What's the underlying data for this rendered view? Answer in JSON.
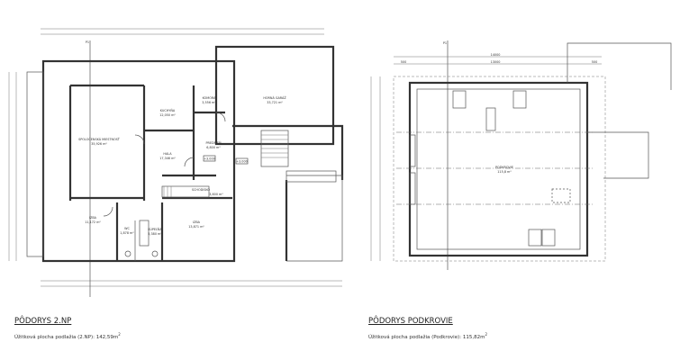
{
  "plan_2np": {
    "title": "PÔDORYS 2.NP",
    "area_label": "Úžitková plocha podlažia (2.NP): 142,59m",
    "area_sup": "2",
    "rooms": [
      {
        "name": "SPOLOČENSKÁ MIESTNOSŤ",
        "area": "35,926 m²"
      },
      {
        "name": "KUCHYŇA",
        "area": "12,050 m²"
      },
      {
        "name": "KOMORA",
        "area": "3,556 m²"
      },
      {
        "name": "HORNÁ GARÁŽ",
        "area": "33,721 m²"
      },
      {
        "name": "HALA",
        "area": "17,346 m²"
      },
      {
        "name": "PREDSIEŇ",
        "area": "6,800 m²"
      },
      {
        "name": "SCHODISKO",
        "area": "3,600 m²"
      },
      {
        "name": "IZBA",
        "area": "11,172 m²"
      },
      {
        "name": "IZBA",
        "area": "13,871 m²"
      },
      {
        "name": "WC",
        "area": "1,878 m²"
      },
      {
        "name": "KÚPEĽŇA",
        "area": "5,380 m²"
      }
    ],
    "levels": [
      "+3.000",
      "+3.000"
    ],
    "section_mark": "P1"
  },
  "plan_podkrovie": {
    "title": "PÔDORYS PODKROVIE",
    "area_label": "Úžitková plocha podlažia (Podkrovie): 115,82m",
    "area_sup": "2",
    "rooms": [
      {
        "name": "PODKROVIE",
        "area": "115,8 m²"
      }
    ],
    "dims": [
      "14000",
      "500",
      "13000",
      "500"
    ],
    "section_mark": "P1"
  }
}
